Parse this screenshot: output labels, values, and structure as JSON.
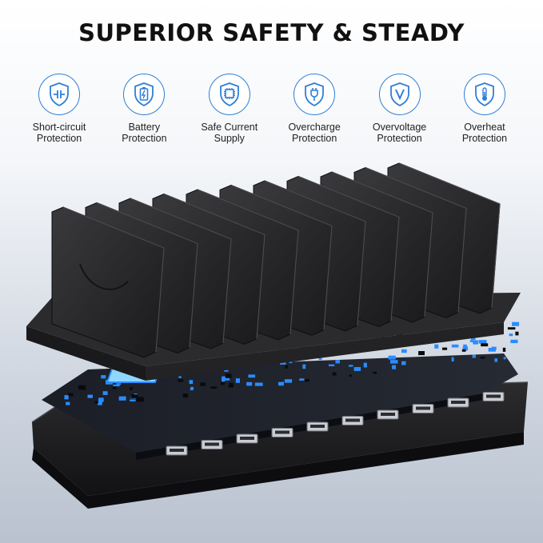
{
  "headline": "SUPERIOR SAFETY & STEADY",
  "colors": {
    "accent": "#2f7fd6",
    "background_top": "#ffffff",
    "background_bottom": "#b9c2cf",
    "product_black": "#1c1c1e",
    "circuit_blue": "#2a8cff"
  },
  "features": [
    {
      "icon": "short-circuit-shield-icon",
      "label": "Short-circuit\nProtection"
    },
    {
      "icon": "battery-shield-icon",
      "label": "Battery\nProtection"
    },
    {
      "icon": "chip-shield-icon",
      "label": "Safe Current\nSupply"
    },
    {
      "icon": "plug-shield-icon",
      "label": "Overcharge\nProtection"
    },
    {
      "icon": "voltage-shield-icon",
      "label": "Overvoltage\nProtection"
    },
    {
      "icon": "thermometer-shield-icon",
      "label": "Overheat\nProtection"
    }
  ]
}
